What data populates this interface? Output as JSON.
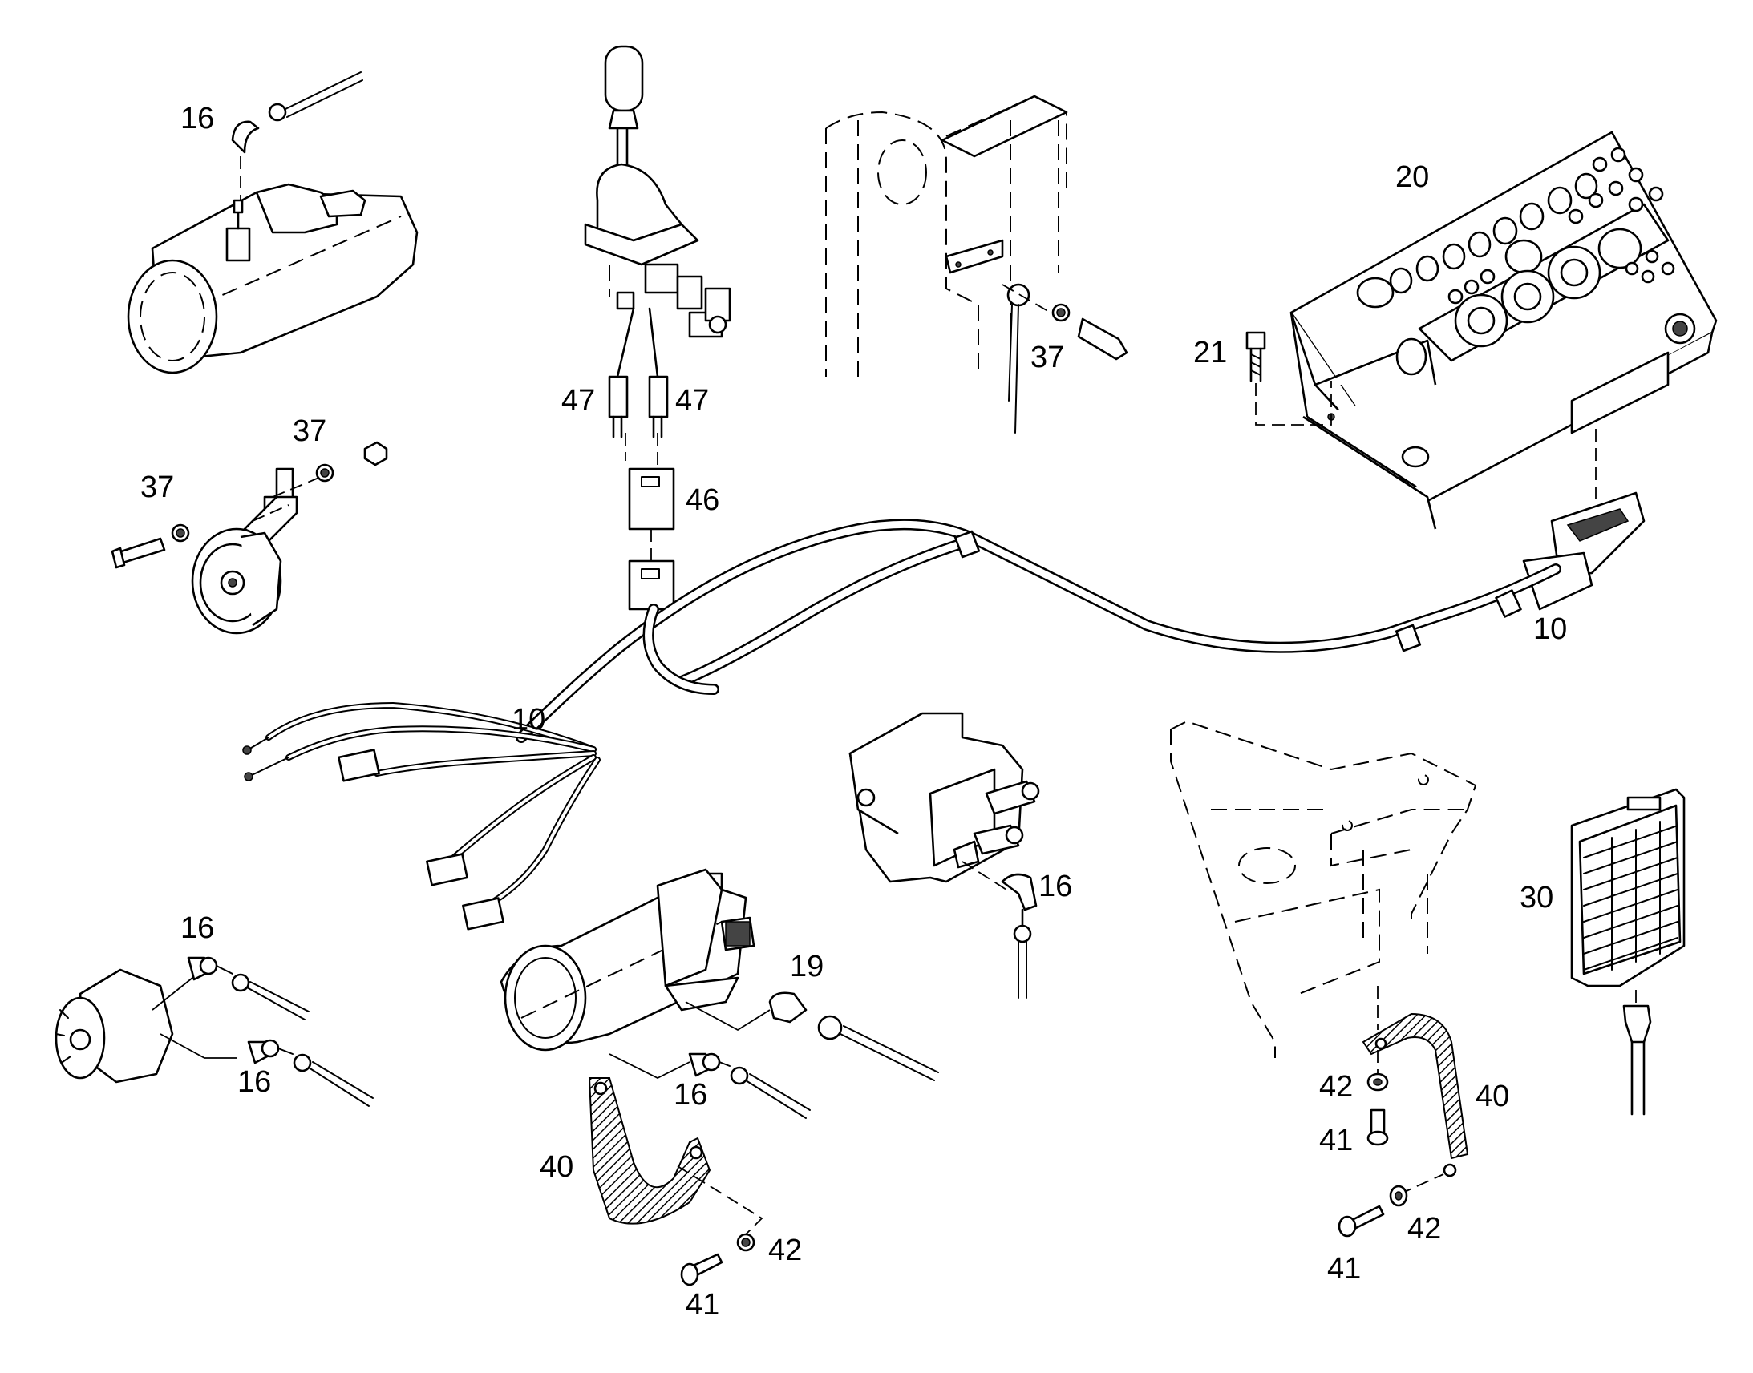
{
  "callouts": [
    {
      "id": "c16a",
      "text": "16"
    },
    {
      "id": "c47a",
      "text": "47"
    },
    {
      "id": "c47b",
      "text": "47"
    },
    {
      "id": "c46",
      "text": "46"
    },
    {
      "id": "c37a",
      "text": "37"
    },
    {
      "id": "c37b",
      "text": "37"
    },
    {
      "id": "c37c",
      "text": "37"
    },
    {
      "id": "c20",
      "text": "20"
    },
    {
      "id": "c21",
      "text": "21"
    },
    {
      "id": "c10a",
      "text": "10"
    },
    {
      "id": "c10b",
      "text": "10"
    },
    {
      "id": "c16b",
      "text": "16"
    },
    {
      "id": "c30",
      "text": "30"
    },
    {
      "id": "c16c",
      "text": "16"
    },
    {
      "id": "c16d",
      "text": "16"
    },
    {
      "id": "c19",
      "text": "19"
    },
    {
      "id": "c16e",
      "text": "16"
    },
    {
      "id": "c40a",
      "text": "40"
    },
    {
      "id": "c42a",
      "text": "42"
    },
    {
      "id": "c41a",
      "text": "41"
    },
    {
      "id": "c42b",
      "text": "42"
    },
    {
      "id": "c40b",
      "text": "40"
    },
    {
      "id": "c41b",
      "text": "41"
    },
    {
      "id": "c42c",
      "text": "42"
    },
    {
      "id": "c41c",
      "text": "41"
    }
  ]
}
